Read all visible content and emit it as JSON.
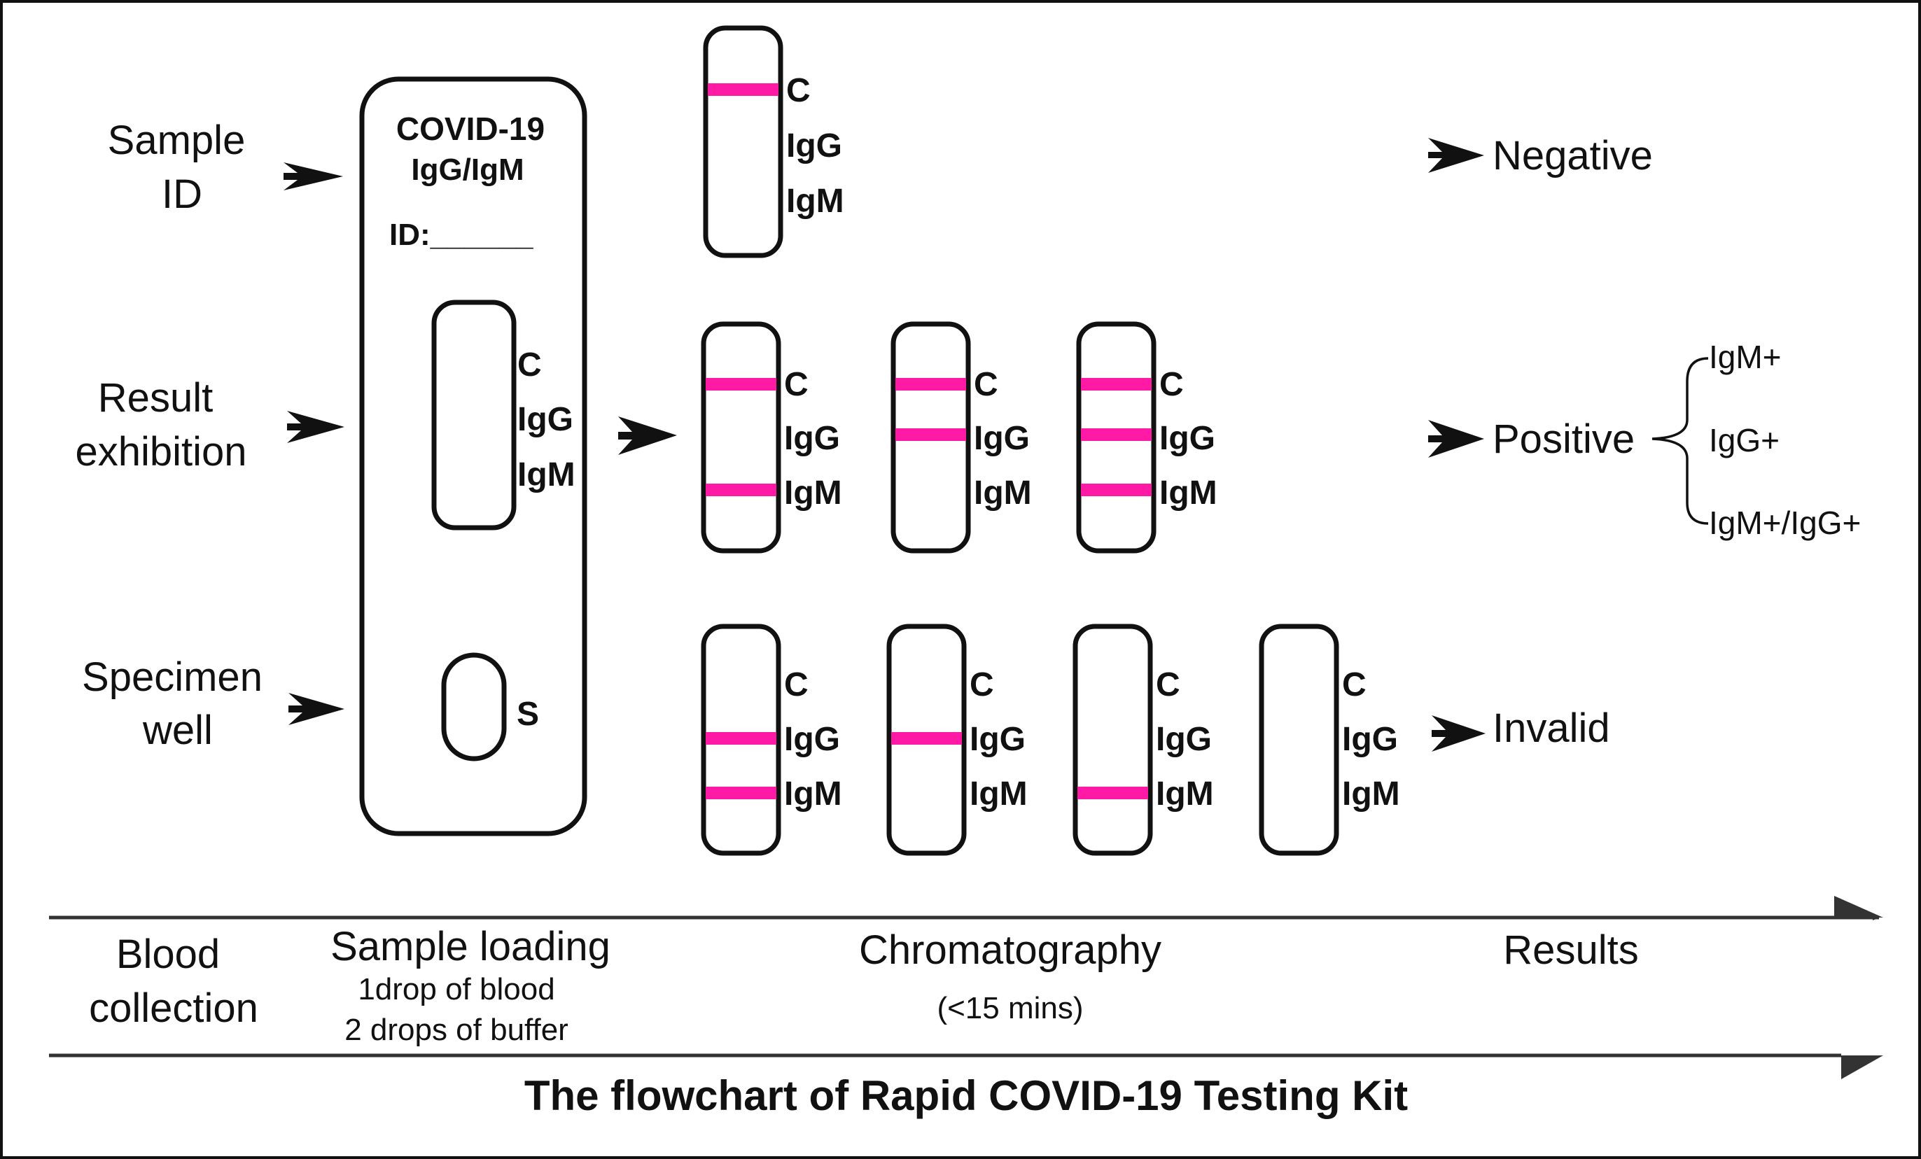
{
  "left_labels": {
    "sample_id": [
      "Sample",
      "ID"
    ],
    "result_exhibition": [
      "Result",
      "exhibition"
    ],
    "specimen_well": [
      "Specimen",
      "well"
    ]
  },
  "cassette": {
    "title_line1": "COVID-19",
    "title_line2": "IgG/IgM",
    "id_label": "ID:______",
    "window_labels": [
      "C",
      "IgG",
      "IgM"
    ],
    "well_label": "S"
  },
  "strip_labels": [
    "C",
    "IgG",
    "IgM"
  ],
  "strips": {
    "negative": [
      {
        "bands": [
          "C"
        ]
      }
    ],
    "positive": [
      {
        "bands": [
          "C",
          "IgM"
        ]
      },
      {
        "bands": [
          "C",
          "IgG"
        ]
      },
      {
        "bands": [
          "C",
          "IgG",
          "IgM"
        ]
      }
    ],
    "invalid": [
      {
        "bands": [
          "IgG",
          "IgM"
        ]
      },
      {
        "bands": [
          "IgG"
        ]
      },
      {
        "bands": [
          "IgM"
        ]
      },
      {
        "bands": []
      }
    ]
  },
  "results": {
    "negative": "Negative",
    "positive": "Positive",
    "invalid": "Invalid",
    "positive_subtypes": [
      "IgM+",
      "IgG+",
      "IgM+/IgG+"
    ]
  },
  "timeline": {
    "stage1": [
      "Blood",
      "collection"
    ],
    "stage2_title": "Sample loading",
    "stage2_details": [
      "1drop of blood",
      "2 drops of buffer"
    ],
    "stage3_title": "Chromatography",
    "stage3_note": "(<15 mins)",
    "stage4_title": "Results"
  },
  "caption": "The flowchart of Rapid COVID-19 Testing Kit",
  "colors": {
    "band": "#ff1aa6",
    "outline": "#111111",
    "frame": "#111111",
    "timeline_arrow": "#333333"
  }
}
